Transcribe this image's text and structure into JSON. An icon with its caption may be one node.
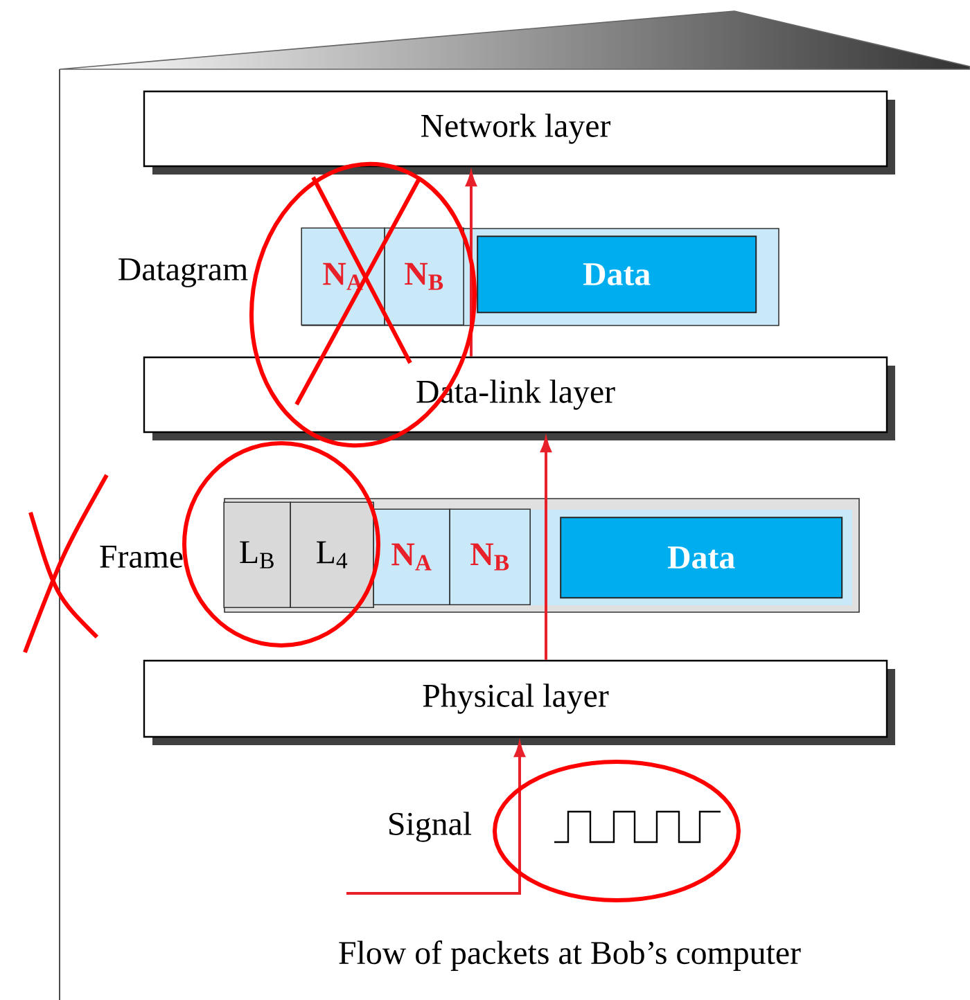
{
  "diagram": {
    "caption": "Flow of packets at Bob’s computer",
    "nodes": [
      {
        "text": [
          "Network layer"
        ]
      },
      {
        "text": [
          "Datagram"
        ]
      },
      {
        "text": [
          "N$_{A}$"
        ],
        "in": 1
      },
      {
        "text": [
          "N$_{B}$"
        ],
        "in": 1
      },
      {
        "text": [
          "Data"
        ],
        "in": 1
      },
      {
        "text": [
          "Data-link layer"
        ]
      },
      {
        "text": [
          "Frame"
        ]
      },
      {
        "text": [
          "L$_{B}$"
        ],
        "in": 6
      },
      {
        "text": [
          "L$_{4}$"
        ],
        "in": 6
      },
      {
        "text": [
          "N$_{A}$"
        ],
        "in": 6
      },
      {
        "text": [
          "N$_{B}$"
        ],
        "in": 6
      },
      {
        "text": [
          "Data"
        ],
        "in": 6
      },
      {
        "text": [
          "Physical layer"
        ]
      }
    ],
    "edges": [
      {
        "from": 12,
        "to": 5,
        "arrow": "to"
      },
      {
        "from": 5,
        "to": 0,
        "arrow": "to"
      },
      {
        "from": null,
        "to": 12,
        "arrow": "to"
      }
    ],
    "labels": [
      "Signal"
    ]
  }
}
